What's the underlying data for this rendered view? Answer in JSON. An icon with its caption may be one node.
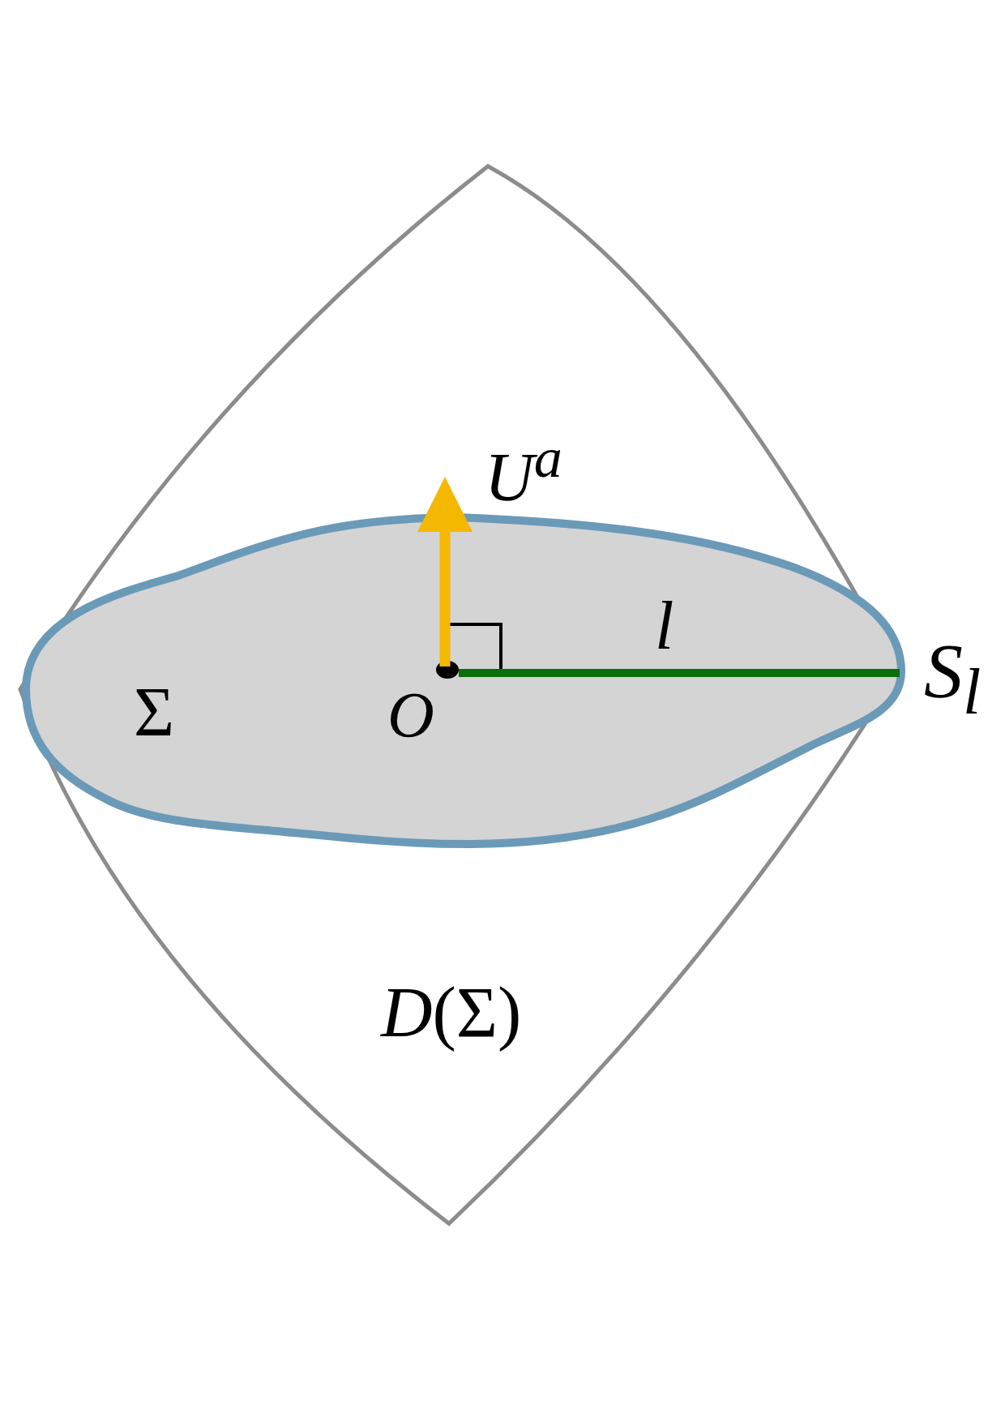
{
  "diagram": {
    "nodes": [
      {
        "text": [
          "*D*(Σ)"
        ]
      },
      {
        "text": [
          "Σ"
        ],
        "in": 0
      },
      {
        "text": [],
        "shape": "circle",
        "beside": [
          "O"
        ],
        "in": 1
      },
      {
        "text": [
          "S$_{l}$"
        ]
      }
    ],
    "edges": [
      {
        "from": 2,
        "to": 3,
        "arrow": "none",
        "label": "l",
        "color": "#0a6e0a"
      }
    ],
    "labels": [
      "U$^{a}$"
    ]
  }
}
